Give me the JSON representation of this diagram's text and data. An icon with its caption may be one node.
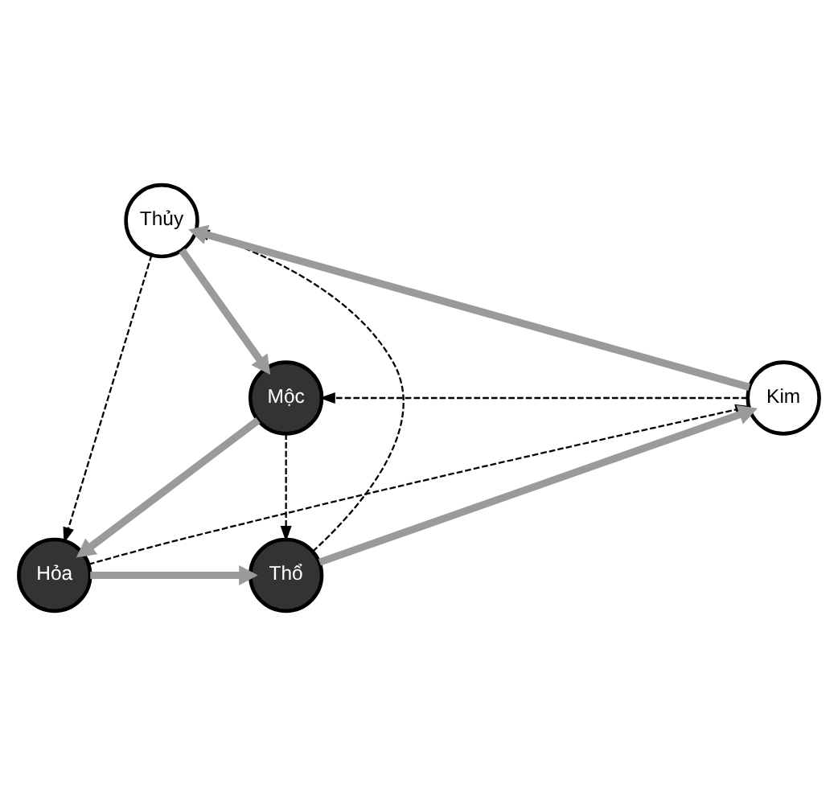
{
  "diagram": {
    "nodes": [
      {
        "text": [
          "Thủy"
        ]
      },
      {
        "text": [
          "Mộc"
        ]
      },
      {
        "text": [
          "Hỏa"
        ]
      },
      {
        "text": [
          "Thổ"
        ]
      },
      {
        "text": [
          "Kim"
        ]
      }
    ],
    "edges": [
      {
        "from": 0,
        "to": 1,
        "arrow": "to",
        "style": "thick",
        "color": "#9a9a9a"
      },
      {
        "from": 1,
        "to": 2,
        "arrow": "to",
        "style": "thick",
        "color": "#9a9a9a"
      },
      {
        "from": 2,
        "to": 3,
        "arrow": "to",
        "style": "thick",
        "color": "#9a9a9a"
      },
      {
        "from": 3,
        "to": 4,
        "arrow": "to",
        "style": "thick",
        "color": "#9a9a9a"
      },
      {
        "from": 4,
        "to": 0,
        "arrow": "to",
        "style": "thick",
        "color": "#9a9a9a"
      },
      {
        "from": 0,
        "to": 2,
        "arrow": "to",
        "style": "dashed",
        "color": "#000000"
      },
      {
        "from": 2,
        "to": 4,
        "arrow": "to",
        "style": "dashed",
        "color": "#000000"
      },
      {
        "from": 4,
        "to": 1,
        "arrow": "to",
        "style": "dashed",
        "color": "#000000"
      },
      {
        "from": 1,
        "to": 3,
        "arrow": "to",
        "style": "dashed",
        "color": "#000000"
      },
      {
        "from": 3,
        "to": 0,
        "arrow": "to",
        "style": "dashed",
        "color": "#000000"
      }
    ]
  }
}
